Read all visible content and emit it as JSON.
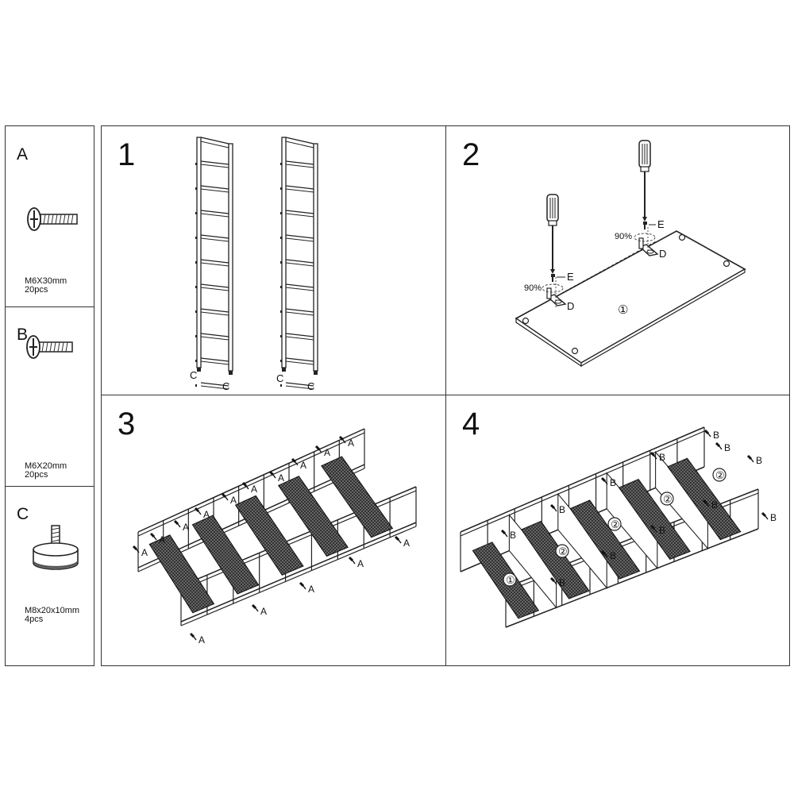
{
  "parts": [
    {
      "letter": "A",
      "size": "M6X30mm",
      "qty": "20pcs"
    },
    {
      "letter": "B",
      "size": "M6X20mm",
      "qty": "20pcs"
    },
    {
      "letter": "C",
      "size": "M8x20x10mm",
      "qty": "4pcs"
    }
  ],
  "steps": [
    {
      "number": "1",
      "labels": {
        "foot": "C"
      }
    },
    {
      "number": "2",
      "labels": {
        "angle": "90%",
        "screw": "E",
        "bracket": "D",
        "board": "①"
      }
    },
    {
      "number": "3",
      "labels": {
        "screw": "A"
      }
    },
    {
      "number": "4",
      "labels": {
        "screw": "B",
        "board1": "①",
        "board2": "②"
      }
    }
  ]
}
